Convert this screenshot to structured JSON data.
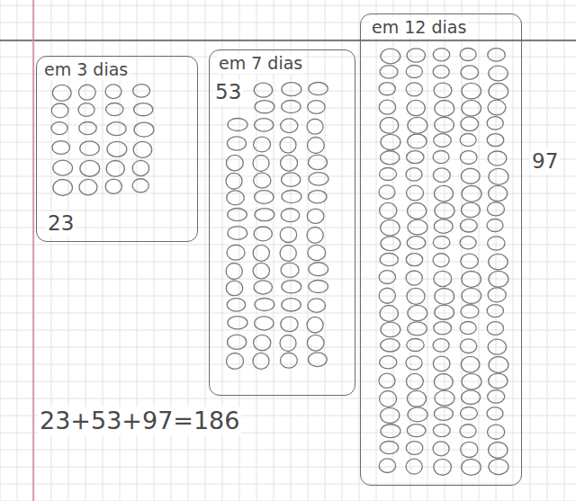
{
  "diagram": {
    "nodes": [
      {
        "text": [
          "em 3 dias",
          "23"
        ]
      },
      {
        "text": [
          "em 7 dias",
          "53"
        ]
      },
      {
        "text": [
          "em 12 dias",
          "97"
        ]
      }
    ],
    "labels": [
      "23+53+97=186"
    ]
  }
}
